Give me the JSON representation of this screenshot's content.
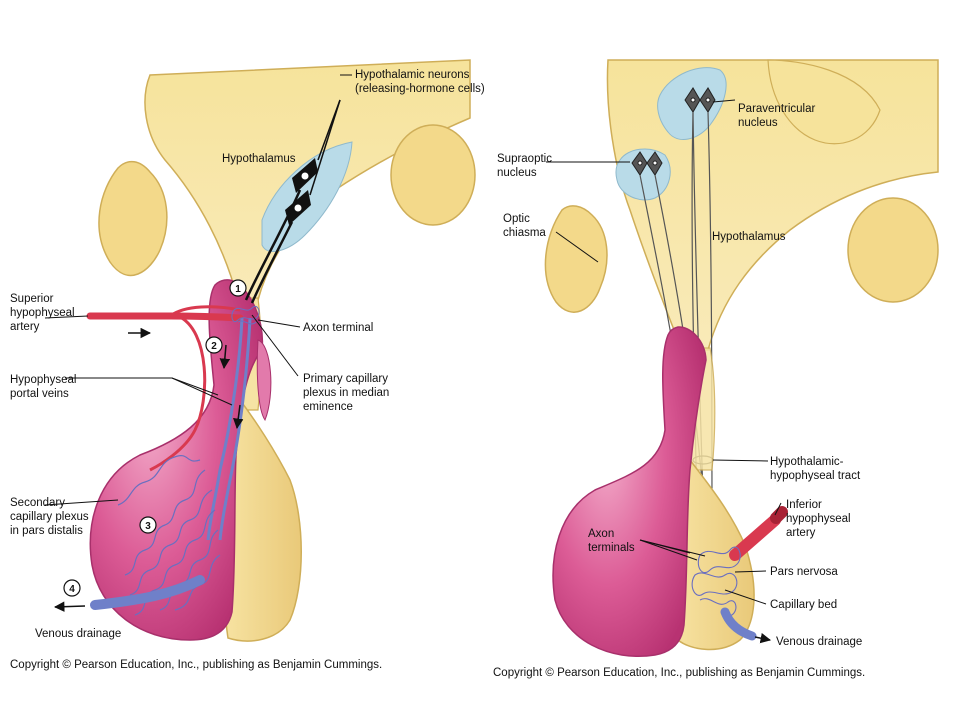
{
  "left_panel": {
    "labels": {
      "hypothalamic_neurons": [
        "Hypothalamic neurons",
        "(releasing-hormone cells)"
      ],
      "hypothalamus": [
        "Hypothalamus"
      ],
      "superior_artery": [
        "Superior",
        "hypophyseal",
        "artery"
      ],
      "portal_veins": [
        "Hypophyseal",
        "portal veins"
      ],
      "secondary_plexus": [
        "Secondary",
        "capillary plexus",
        "in pars distalis"
      ],
      "venous_drainage": [
        "Venous drainage"
      ],
      "axon_terminal": [
        "Axon terminal"
      ],
      "primary_plexus": [
        "Primary capillary",
        "plexus in median",
        "eminence"
      ]
    },
    "steps": [
      "1",
      "2",
      "3",
      "4"
    ],
    "copyright": "Copyright © Pearson Education, Inc., publishing as Benjamin Cummings."
  },
  "right_panel": {
    "labels": {
      "paraventricular": [
        "Paraventricular",
        "nucleus"
      ],
      "supraoptic": [
        "Supraoptic",
        "nucleus"
      ],
      "optic_chiasma": [
        "Optic",
        "chiasma"
      ],
      "hypothalamus": [
        "Hypothalamus"
      ],
      "tract": [
        "Hypothalamic-",
        "hypophyseal tract"
      ],
      "inferior_artery": [
        "Inferior",
        "hypophyseal",
        "artery"
      ],
      "axon_terminals": [
        "Axon",
        "terminals"
      ],
      "pars_nervosa": [
        "Pars nervosa"
      ],
      "capillary_bed": [
        "Capillary bed"
      ],
      "venous_drainage": [
        "Venous drainage"
      ]
    },
    "copyright": "Copyright © Pearson Education, Inc., publishing as Benjamin Cummings."
  },
  "colors": {
    "tissue_yellow": "#f3dc8e",
    "tissue_yellow_dark": "#d9b85a",
    "gland_pink": "#d9528e",
    "gland_pink_light": "#ea8fb8",
    "artery_red": "#d9394f",
    "vein_blue": "#6f80c9",
    "nucleus_blue": "#b9dbe8"
  }
}
